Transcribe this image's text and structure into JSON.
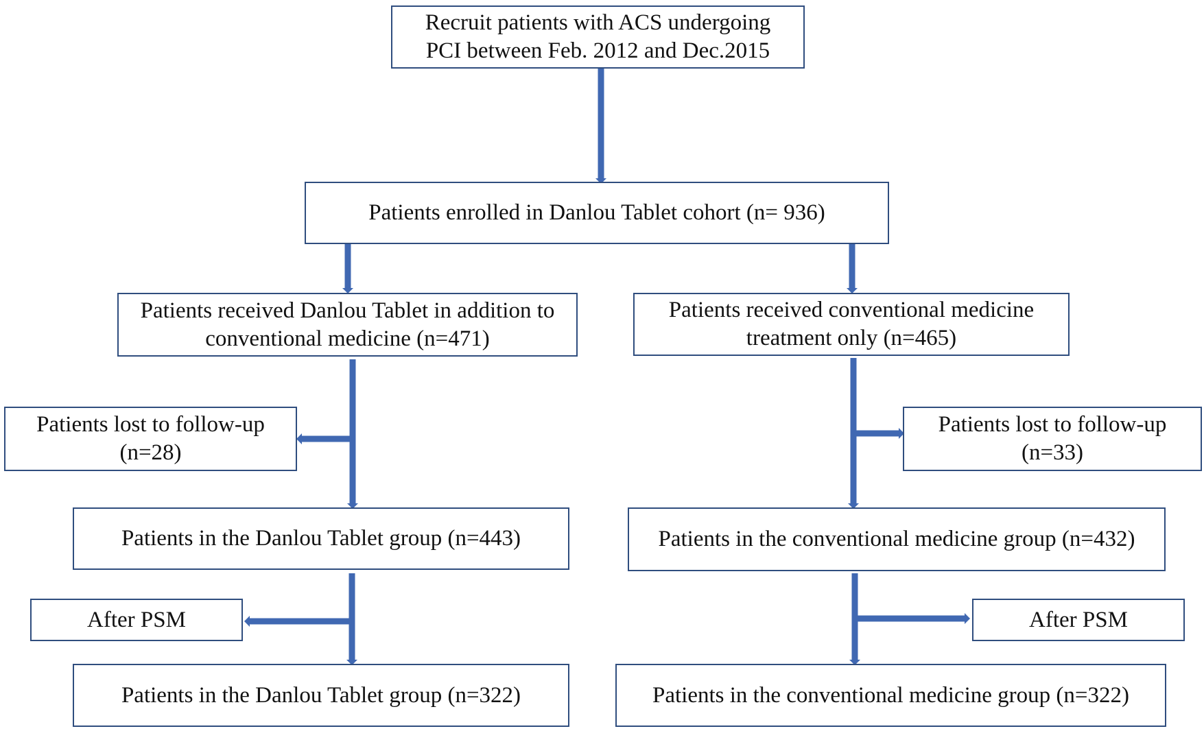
{
  "colors": {
    "box_border": "#2f4d7e",
    "arrow": "#4068b2",
    "text": "#111111"
  },
  "boxes": {
    "recruit": "Recruit patients with ACS undergoing\nPCI between Feb. 2012 and Dec.2015",
    "enrolled": "Patients enrolled in Danlou Tablet cohort (n= 936)",
    "danlou_received": "Patients received Danlou Tablet in addition to\nconventional medicine (n=471)",
    "conventional_received": "Patients received conventional medicine\ntreatment only (n=465)",
    "lost_left": "Patients lost to follow-up\n(n=28)",
    "lost_right": "Patients lost to follow-up\n(n=33)",
    "danlou_group": "Patients in the Danlou Tablet group (n=443)",
    "conventional_group": "Patients in the conventional medicine group (n=432)",
    "psm_left": "After  PSM",
    "psm_right": "After  PSM",
    "danlou_final": "Patients in the Danlou Tablet group (n=322)",
    "conventional_final": "Patients in the conventional medicine group (n=322)"
  }
}
